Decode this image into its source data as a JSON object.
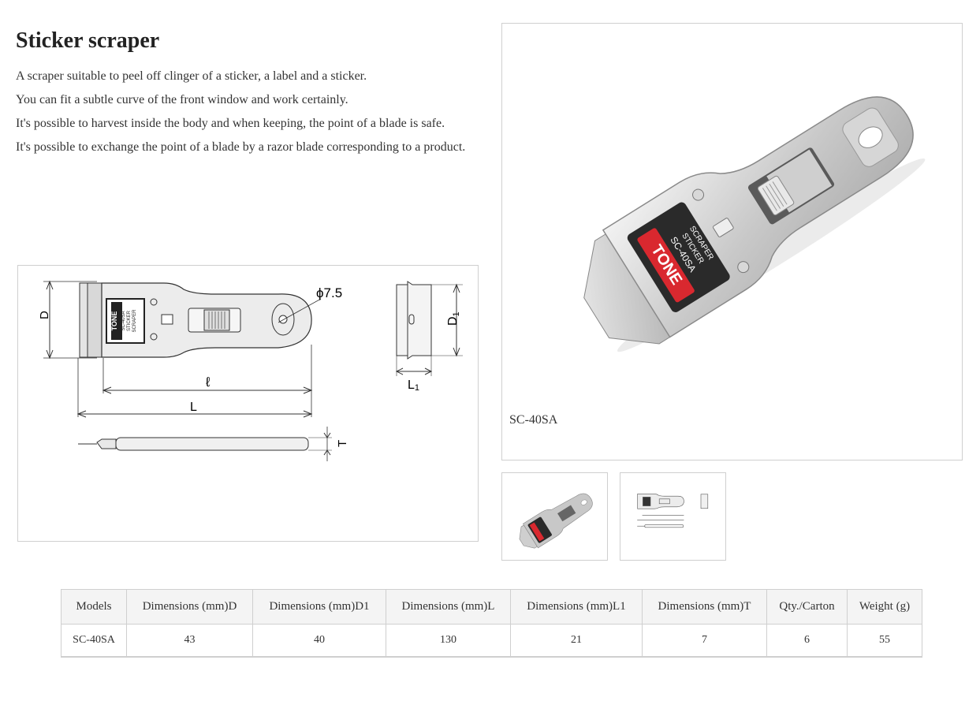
{
  "product": {
    "title": "Sticker scraper",
    "description": [
      "A scraper suitable to peel off clinger of a sticker, a label and a sticker.",
      "You can fit a subtle curve of the front window and work certainly.",
      "It's possible to harvest inside the body and when keeping, the point of a blade is safe.",
      "It's possible to exchange the point of a blade by a razor blade corresponding to a product."
    ]
  },
  "diagram": {
    "dim_D": "D",
    "dim_D1": "D",
    "dim_D1_sub": "1",
    "dim_l": "ℓ",
    "dim_L": "L",
    "dim_L1": "L",
    "dim_L1_sub": "1",
    "dim_T": "T",
    "hole": "ϕ7.5",
    "brand": "TONE",
    "label_line1": "STICKER",
    "label_line2": "SCRAPER",
    "model_mark": "SC-40SA"
  },
  "photo": {
    "brand": "TONE",
    "label_line1": "STICKER",
    "label_line2": "SCRAPER",
    "model_mark": "SC-40SA",
    "caption": "SC-40SA"
  },
  "table": {
    "headers": [
      "Models",
      "Dimensions (mm)D",
      "Dimensions (mm)D1",
      "Dimensions (mm)L",
      "Dimensions (mm)L1",
      "Dimensions (mm)T",
      "Qty./Carton",
      "Weight (g)"
    ],
    "rows": [
      [
        "SC-40SA",
        "43",
        "40",
        "130",
        "21",
        "7",
        "6",
        "55"
      ]
    ]
  },
  "colors": {
    "brand_red": "#d9282f",
    "metal": "#c8c8c8",
    "border": "#cfcfcf"
  }
}
